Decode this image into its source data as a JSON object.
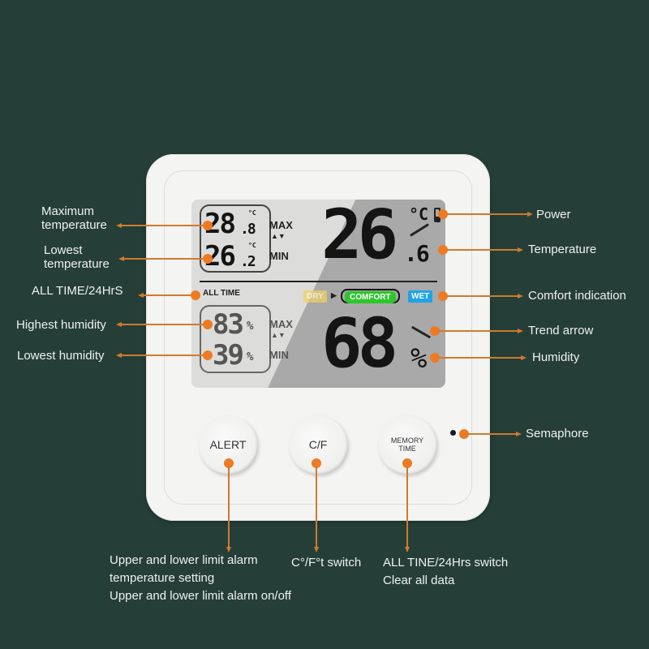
{
  "device": {
    "lcd": {
      "max_temp": {
        "int": "28",
        "dec": ".8",
        "unit": "°C",
        "label": "MAX"
      },
      "min_temp": {
        "int": "26",
        "dec": ".2",
        "unit": "°C",
        "label": "MIN"
      },
      "current_temp": {
        "int": "26",
        "dec": ".6",
        "unit": "°C"
      },
      "memory_mode": "ALL TIME",
      "comfort": {
        "dry": "DRY",
        "comfort": "COMFORT",
        "wet": "WET",
        "indicator": "▶"
      },
      "max_humidity": {
        "value": "83",
        "unit": "%",
        "label": "MAX"
      },
      "min_humidity": {
        "value": "39",
        "unit": "%",
        "label": "MIN"
      },
      "current_humidity": {
        "value": "68",
        "unit": "%"
      },
      "temp_trend": "rising",
      "humidity_trend": "falling"
    },
    "buttons": {
      "alert": "ALERT",
      "cf": "C/F",
      "memory_line1": "MEMORY",
      "memory_line2": "TIME"
    }
  },
  "callouts_left": {
    "max_temp": [
      "Maximum",
      "temperature"
    ],
    "min_temp": [
      "Lowest",
      "temperature"
    ],
    "all_time": "ALL TIME/24HrS",
    "highest_humidity": "Highest humidity",
    "lowest_humidity": "Lowest humidity"
  },
  "callouts_right": {
    "power": "Power",
    "temperature": "Temperature",
    "comfort": "Comfort indication",
    "trend": "Trend arrow",
    "humidity": "Humidity",
    "semaphore": "Semaphore"
  },
  "callouts_bottom": {
    "alert": [
      "Upper and lower limit alarm",
      "temperature setting",
      "Upper and lower limit alarm on/off"
    ],
    "cf": "C°/F°t switch",
    "memory": [
      "ALL TINE/24Hrs switch",
      "Clear all data"
    ]
  },
  "colors": {
    "background": "#253f38",
    "accent": "#ee7b22",
    "comfort_green": "#2ec52e",
    "wet_blue": "#1fa3e8",
    "dry_yellow": "#f2d35e"
  }
}
